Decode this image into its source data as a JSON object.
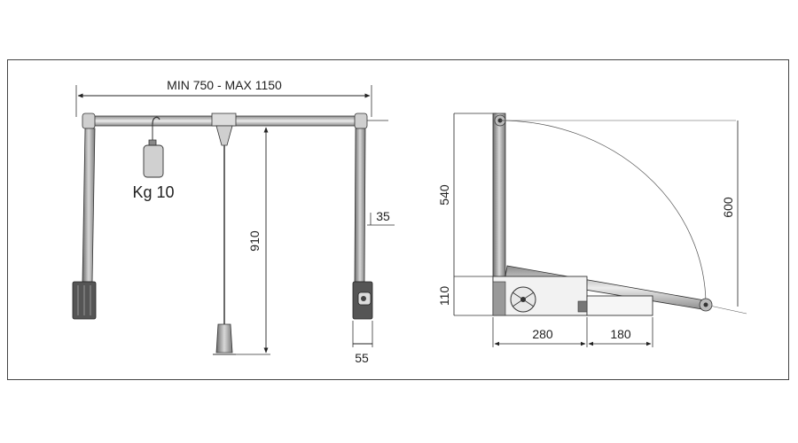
{
  "front_view": {
    "width_label": "MIN 750 - MAX 1150",
    "load_label": "Kg 10",
    "height_label": "910",
    "offset_label": "35",
    "base_label": "55"
  },
  "side_view": {
    "height_label": "540",
    "swing_label": "600",
    "base_height_label": "110",
    "depth_label_1": "280",
    "depth_label_2": "180"
  }
}
